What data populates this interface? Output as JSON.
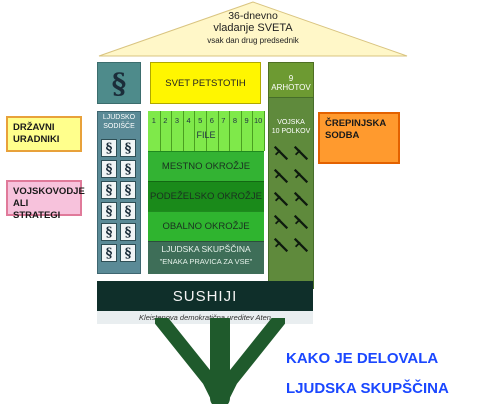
{
  "roof": {
    "line1": "36-dnevno",
    "line2": "vladanje SVETA",
    "line3": "vsak dan drug predsednik"
  },
  "council_500": "SVET PETSTOTIH",
  "archons": "9 ARHOTOV",
  "people_court": {
    "line1": "LJUDSKO",
    "line2": "SODIŠČE",
    "icon": "section-sign-icon"
  },
  "army": {
    "line1": "VOJSKA",
    "line2": "10 POLKOV",
    "icon": "sword-icon"
  },
  "phylai": {
    "numbers": [
      "1",
      "2",
      "3",
      "4",
      "5",
      "6",
      "7",
      "8",
      "9",
      "10"
    ],
    "label": "FILE"
  },
  "bands": {
    "city": "MESTNO OKROŽJE",
    "inland": "PODEŽELSKO OKROŽJE",
    "coast": "OBALNO OKROŽJE"
  },
  "assembly": {
    "line1": "LJUDSKA SKUPŠČINA",
    "line2": "\"ENAKA PRAVICA ZA VSE\""
  },
  "side_labels": {
    "drzavni": "DRŽAVNI URADNIKI",
    "vojskovodje": "VOJSKOVODJE ALI STRATEGI",
    "crepinjska": "ČREPINJSKA SODBA"
  },
  "citizens": "SUSHIJI",
  "caption": "Kleistenova demokratična ureditev Aten",
  "big_caption": {
    "line1": "KAKO JE DELOVALA",
    "line2": "LJUDSKA SKUPŠČINA"
  },
  "colors": {
    "council": "#fff600",
    "phylai": "#7fe94a",
    "assembly": "#3e6e58",
    "arrow": "#1f5a2c",
    "caption": "#1a47ff"
  }
}
